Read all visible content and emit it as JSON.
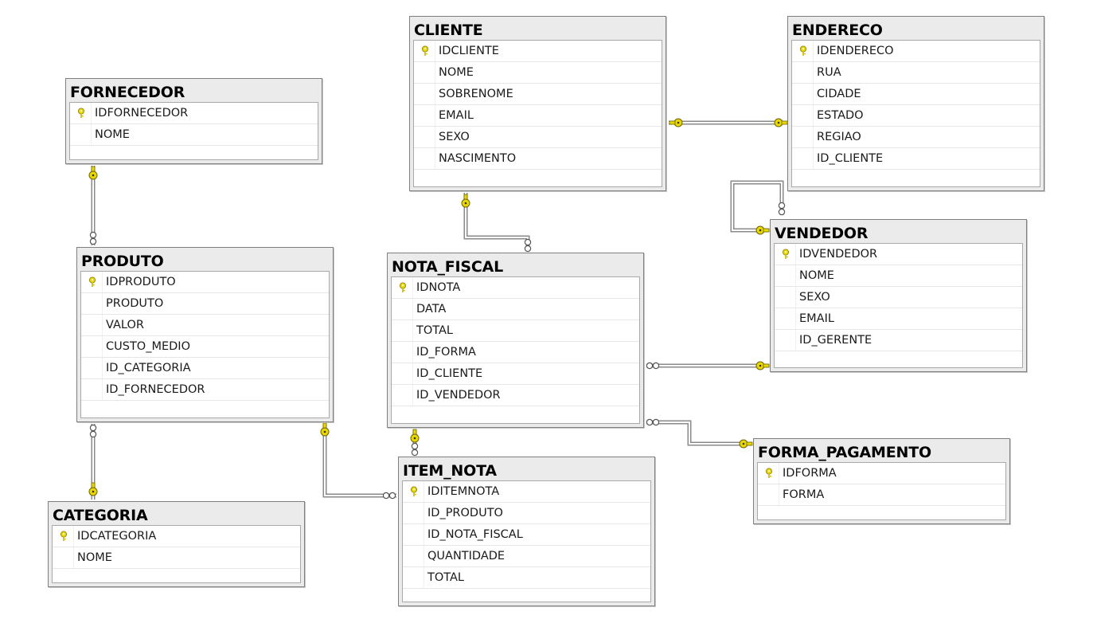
{
  "tables": {
    "cliente": {
      "title": "CLIENTE",
      "columns": [
        {
          "name": "IDCLIENTE",
          "pk": true
        },
        {
          "name": "NOME"
        },
        {
          "name": "SOBRENOME"
        },
        {
          "name": "EMAIL"
        },
        {
          "name": "SEXO"
        },
        {
          "name": "NASCIMENTO"
        }
      ]
    },
    "endereco": {
      "title": "ENDERECO",
      "columns": [
        {
          "name": "IDENDERECO",
          "pk": true
        },
        {
          "name": "RUA"
        },
        {
          "name": "CIDADE"
        },
        {
          "name": "ESTADO"
        },
        {
          "name": "REGIAO"
        },
        {
          "name": "ID_CLIENTE"
        }
      ]
    },
    "fornecedor": {
      "title": "FORNECEDOR",
      "columns": [
        {
          "name": "IDFORNECEDOR",
          "pk": true
        },
        {
          "name": "NOME"
        }
      ]
    },
    "produto": {
      "title": "PRODUTO",
      "columns": [
        {
          "name": "IDPRODUTO",
          "pk": true
        },
        {
          "name": "PRODUTO"
        },
        {
          "name": "VALOR"
        },
        {
          "name": "CUSTO_MEDIO"
        },
        {
          "name": "ID_CATEGORIA"
        },
        {
          "name": "ID_FORNECEDOR"
        }
      ]
    },
    "nota_fiscal": {
      "title": "NOTA_FISCAL",
      "columns": [
        {
          "name": "IDNOTA",
          "pk": true
        },
        {
          "name": "DATA"
        },
        {
          "name": "TOTAL"
        },
        {
          "name": "ID_FORMA"
        },
        {
          "name": "ID_CLIENTE"
        },
        {
          "name": "ID_VENDEDOR"
        }
      ]
    },
    "vendedor": {
      "title": "VENDEDOR",
      "columns": [
        {
          "name": "IDVENDEDOR",
          "pk": true
        },
        {
          "name": "NOME"
        },
        {
          "name": "SEXO"
        },
        {
          "name": "EMAIL"
        },
        {
          "name": "ID_GERENTE"
        }
      ]
    },
    "categoria": {
      "title": "CATEGORIA",
      "columns": [
        {
          "name": "IDCATEGORIA",
          "pk": true
        },
        {
          "name": "NOME"
        }
      ]
    },
    "item_nota": {
      "title": "ITEM_NOTA",
      "columns": [
        {
          "name": "IDITEMNOTA",
          "pk": true
        },
        {
          "name": "ID_PRODUTO"
        },
        {
          "name": "ID_NOTA_FISCAL"
        },
        {
          "name": "QUANTIDADE"
        },
        {
          "name": "TOTAL"
        }
      ]
    },
    "forma_pagamento": {
      "title": "FORMA_PAGAMENTO",
      "columns": [
        {
          "name": "IDFORMA",
          "pk": true
        },
        {
          "name": "FORMA"
        }
      ]
    }
  },
  "relationships": [
    {
      "name": "fk-endereco-cliente",
      "one": "cliente",
      "many": "endereco"
    },
    {
      "name": "fk-produto-fornecedor",
      "one": "fornecedor",
      "many": "produto"
    },
    {
      "name": "fk-nota-cliente",
      "one": "cliente",
      "many": "nota_fiscal"
    },
    {
      "name": "fk-vendedor-gerente",
      "one": "vendedor",
      "many": "vendedor"
    },
    {
      "name": "fk-nota-vendedor",
      "one": "vendedor",
      "many": "nota_fiscal"
    },
    {
      "name": "fk-nota-forma",
      "one": "forma_pagamento",
      "many": "nota_fiscal"
    },
    {
      "name": "fk-produto-categoria",
      "one": "categoria",
      "many": "produto"
    },
    {
      "name": "fk-item-produto",
      "one": "produto",
      "many": "item_nota"
    },
    {
      "name": "fk-item-nota",
      "one": "nota_fiscal",
      "many": "item_nota"
    }
  ],
  "colors": {
    "key_icon": "#e8d800",
    "line": "#8a8a8a",
    "header_bg": "#ebebeb"
  }
}
